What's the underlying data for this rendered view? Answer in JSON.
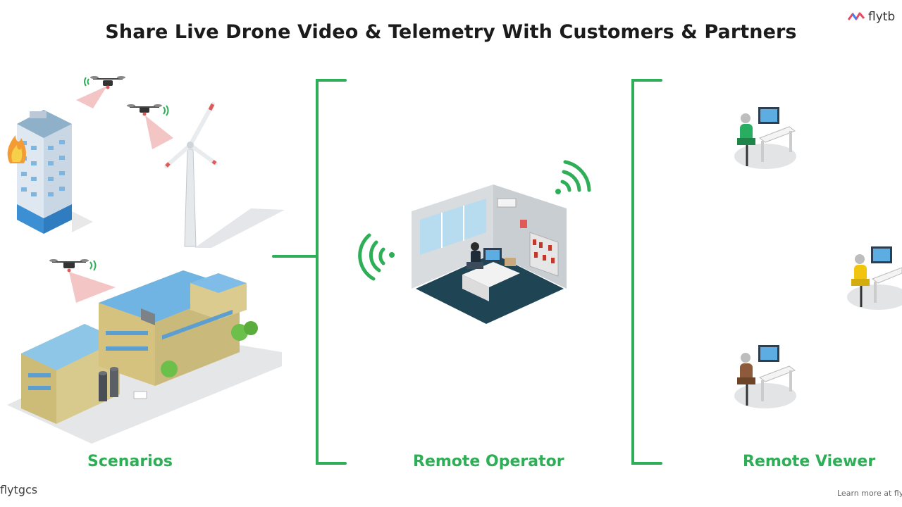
{
  "header": {
    "title": "Share Live Drone Video & Telemetry With Customers & Partners",
    "brand_text": "flytb"
  },
  "labels": {
    "scenarios": "Scenarios",
    "remote_operator": "Remote Operator",
    "remote_viewer": "Remote Viewer"
  },
  "footer": {
    "logo_text": "flytgcs",
    "learn_more": "Learn more at flyt"
  },
  "colors": {
    "accent_green": "#2eae56",
    "building_blue": "#5aa7d8",
    "drone_beam": "#e05a5a"
  },
  "icons": [
    "drone-icon",
    "fire-icon",
    "wind-turbine-icon",
    "wifi-signal-icon",
    "office-room-icon",
    "viewer-workstation-icon"
  ]
}
